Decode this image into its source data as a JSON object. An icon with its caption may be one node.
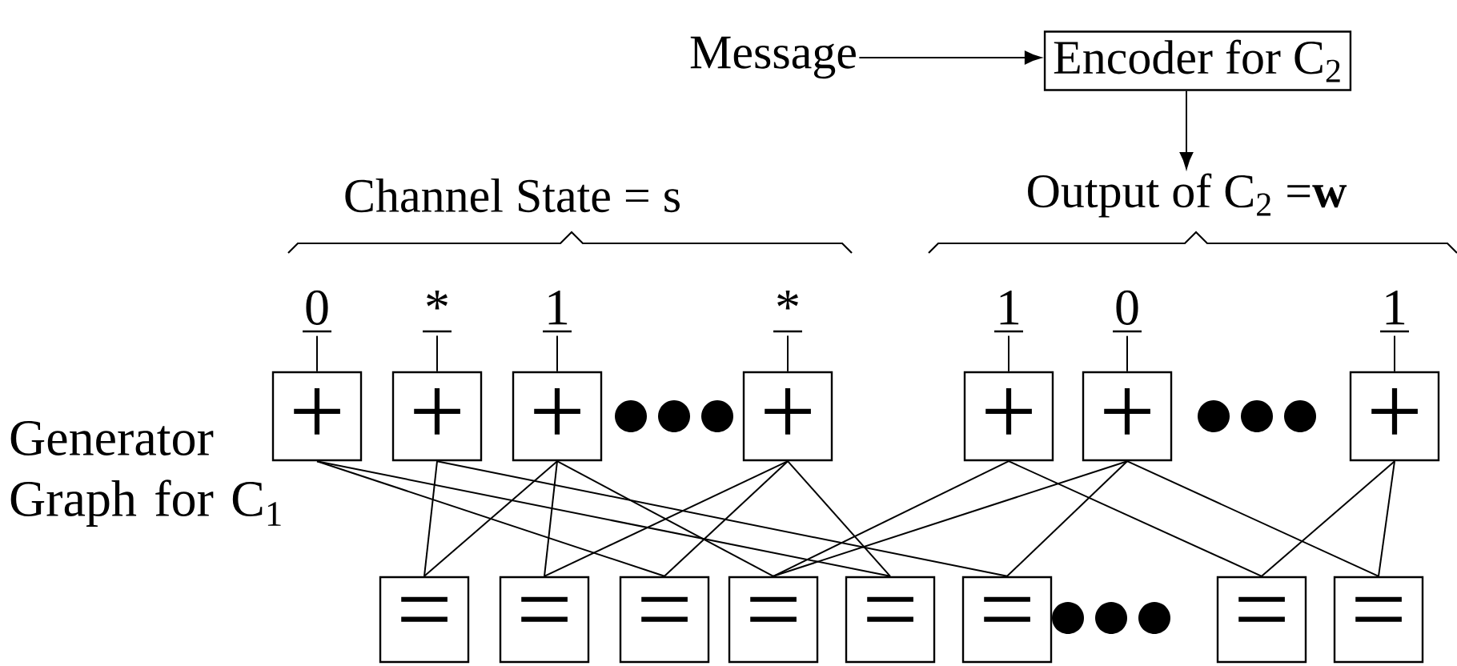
{
  "diagram": {
    "nodes": [
      {
        "text": [
          "Message"
        ]
      },
      {
        "text": [
          "Encoder for C$_{2}$"
        ]
      },
      {
        "text": [
          "Output of C$_{2}$ =**w**"
        ]
      },
      {
        "text": [
          "0"
        ]
      },
      {
        "text": [
          "*"
        ]
      },
      {
        "text": [
          "1"
        ]
      },
      {
        "text": [
          "*"
        ]
      },
      {
        "text": [
          "1"
        ]
      },
      {
        "text": [
          "0"
        ]
      },
      {
        "text": [
          "1"
        ]
      },
      {
        "text": [
          "+"
        ]
      },
      {
        "text": [
          "+"
        ]
      },
      {
        "text": [
          "+"
        ]
      },
      {
        "text": [
          "+"
        ]
      },
      {
        "text": [
          "+"
        ]
      },
      {
        "text": [
          "+"
        ]
      },
      {
        "text": [
          "+"
        ]
      },
      {
        "text": [
          "="
        ]
      },
      {
        "text": [
          "="
        ]
      },
      {
        "text": [
          "="
        ]
      },
      {
        "text": [
          "="
        ]
      },
      {
        "text": [
          "="
        ]
      },
      {
        "text": [
          "="
        ]
      },
      {
        "text": [
          "="
        ]
      },
      {
        "text": [
          "="
        ]
      }
    ],
    "edges": [
      {
        "from": 0,
        "to": 1,
        "arrow": "to"
      },
      {
        "from": 1,
        "to": 2,
        "arrow": "to"
      },
      {
        "from": 3,
        "to": 10,
        "arrow": "none"
      },
      {
        "from": 4,
        "to": 11,
        "arrow": "none"
      },
      {
        "from": 5,
        "to": 12,
        "arrow": "none"
      },
      {
        "from": 6,
        "to": 13,
        "arrow": "none"
      },
      {
        "from": 7,
        "to": 14,
        "arrow": "none"
      },
      {
        "from": 8,
        "to": 15,
        "arrow": "none"
      },
      {
        "from": 9,
        "to": 16,
        "arrow": "none"
      },
      {
        "from": 10,
        "to": 19,
        "arrow": "none"
      },
      {
        "from": 10,
        "to": 21,
        "arrow": "none"
      },
      {
        "from": 11,
        "to": 17,
        "arrow": "none"
      },
      {
        "from": 11,
        "to": 22,
        "arrow": "none"
      },
      {
        "from": 12,
        "to": 17,
        "arrow": "none"
      },
      {
        "from": 12,
        "to": 18,
        "arrow": "none"
      },
      {
        "from": 12,
        "to": 20,
        "arrow": "none"
      },
      {
        "from": 13,
        "to": 18,
        "arrow": "none"
      },
      {
        "from": 13,
        "to": 19,
        "arrow": "none"
      },
      {
        "from": 13,
        "to": 21,
        "arrow": "none"
      },
      {
        "from": 14,
        "to": 20,
        "arrow": "none"
      },
      {
        "from": 14,
        "to": 23,
        "arrow": "none"
      },
      {
        "from": 15,
        "to": 20,
        "arrow": "none"
      },
      {
        "from": 15,
        "to": 22,
        "arrow": "none"
      },
      {
        "from": 15,
        "to": 24,
        "arrow": "none"
      },
      {
        "from": 16,
        "to": 23,
        "arrow": "none"
      },
      {
        "from": 16,
        "to": 24,
        "arrow": "none"
      }
    ],
    "labels": [
      "Channel State = s",
      "Generator Graph for C$_{1}$"
    ]
  }
}
